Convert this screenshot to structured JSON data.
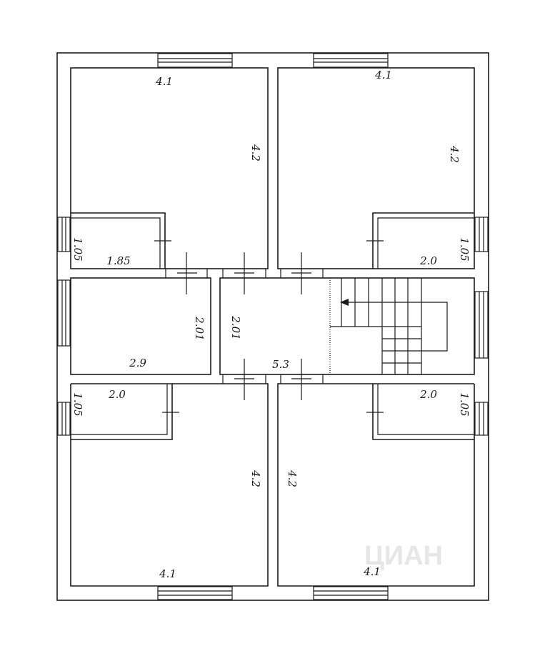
{
  "plan": {
    "rooms": {
      "top_left": {
        "width": "4.1",
        "depth": "4.2"
      },
      "top_left_closet": {
        "depth": "1.05",
        "width": "1.85"
      },
      "top_right": {
        "width": "4.1",
        "depth": "4.2"
      },
      "top_right_closet": {
        "depth": "1.05",
        "width": "2.0"
      },
      "middle_left": {
        "depth": "2.01",
        "width": "2.9"
      },
      "hall": {
        "depth": "2.01",
        "width": "5.3"
      },
      "bottom_left_closet": {
        "width": "2.0",
        "depth": "1.05"
      },
      "bottom_right_closet": {
        "width": "2.0",
        "depth": "1.05"
      },
      "bottom_left": {
        "depth": "4.2",
        "width": "4.1"
      },
      "bottom_right": {
        "depth": "4.2",
        "width": "4.1"
      }
    },
    "watermark": "ЦИАН"
  }
}
